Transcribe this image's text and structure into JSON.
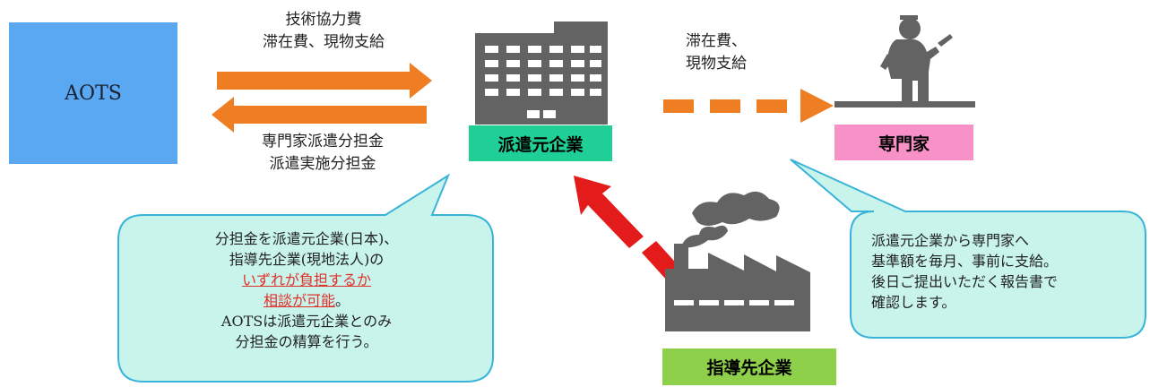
{
  "nodes": {
    "aots": "AOTS",
    "dispatch_company": "派遣元企業",
    "expert": "専門家",
    "host_company": "指導先企業"
  },
  "arrows": {
    "aots_to_company": [
      "技術協力費",
      "滞在費、現物支給"
    ],
    "company_to_aots": [
      "専門家派遣分担金",
      "派遣実施分担金"
    ],
    "company_to_expert": [
      "滞在費、",
      "現物支給"
    ]
  },
  "callouts": {
    "cost_sharing": {
      "line1": "分担金を派遣元企業(日本)、",
      "line2": "指導先企業(現地法人)の",
      "highlight1": "いずれが負担するか",
      "highlight2": "相談が可能",
      "line2_end": "。",
      "line3": "AOTSは派遣元企業とのみ",
      "line4": "分担金の精算を行う。"
    },
    "payment": {
      "line1": "派遣元企業から専門家へ",
      "line2": "基準額を毎月、事前に支給。",
      "line3": "後日ご提出いただく報告書で",
      "line4": "確認します。"
    }
  },
  "colors": {
    "aots": "#5aa7f2",
    "dispatch_company": "#1fcf95",
    "expert": "#f991c9",
    "host_company": "#8ed04a",
    "arrow_orange": "#ef7d22",
    "arrow_red": "#e41b1b",
    "callout_fill": "#c8f4ec",
    "callout_stroke": "#39b4d8",
    "icon_gray": "#636363"
  }
}
